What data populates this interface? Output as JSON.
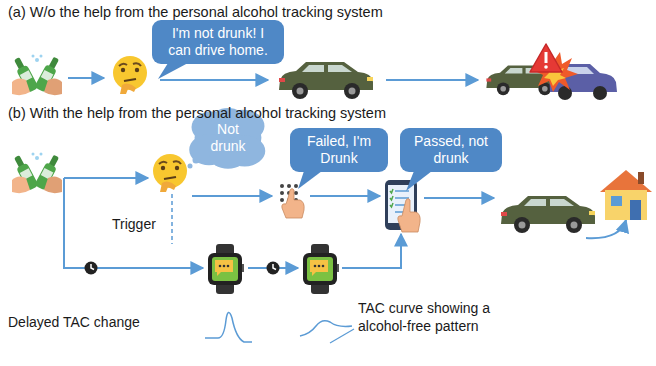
{
  "diagram": {
    "nodes": [
      {
        "text": [
          "I'm not drunk! I can drive home."
        ]
      },
      {
        "text": [
          "Not drunk"
        ]
      },
      {
        "text": [
          "Failed, I'm Drunk"
        ]
      },
      {
        "text": [
          "Passed, not drunk"
        ]
      }
    ],
    "labels": [
      "(a) W/o the help from the personal alcohol tracking system",
      "(b) With the help from the personal alcohol tracking system",
      "Trigger",
      "Delayed TAC change",
      "TAC curve showing a alcohol-free pattern"
    ]
  }
}
